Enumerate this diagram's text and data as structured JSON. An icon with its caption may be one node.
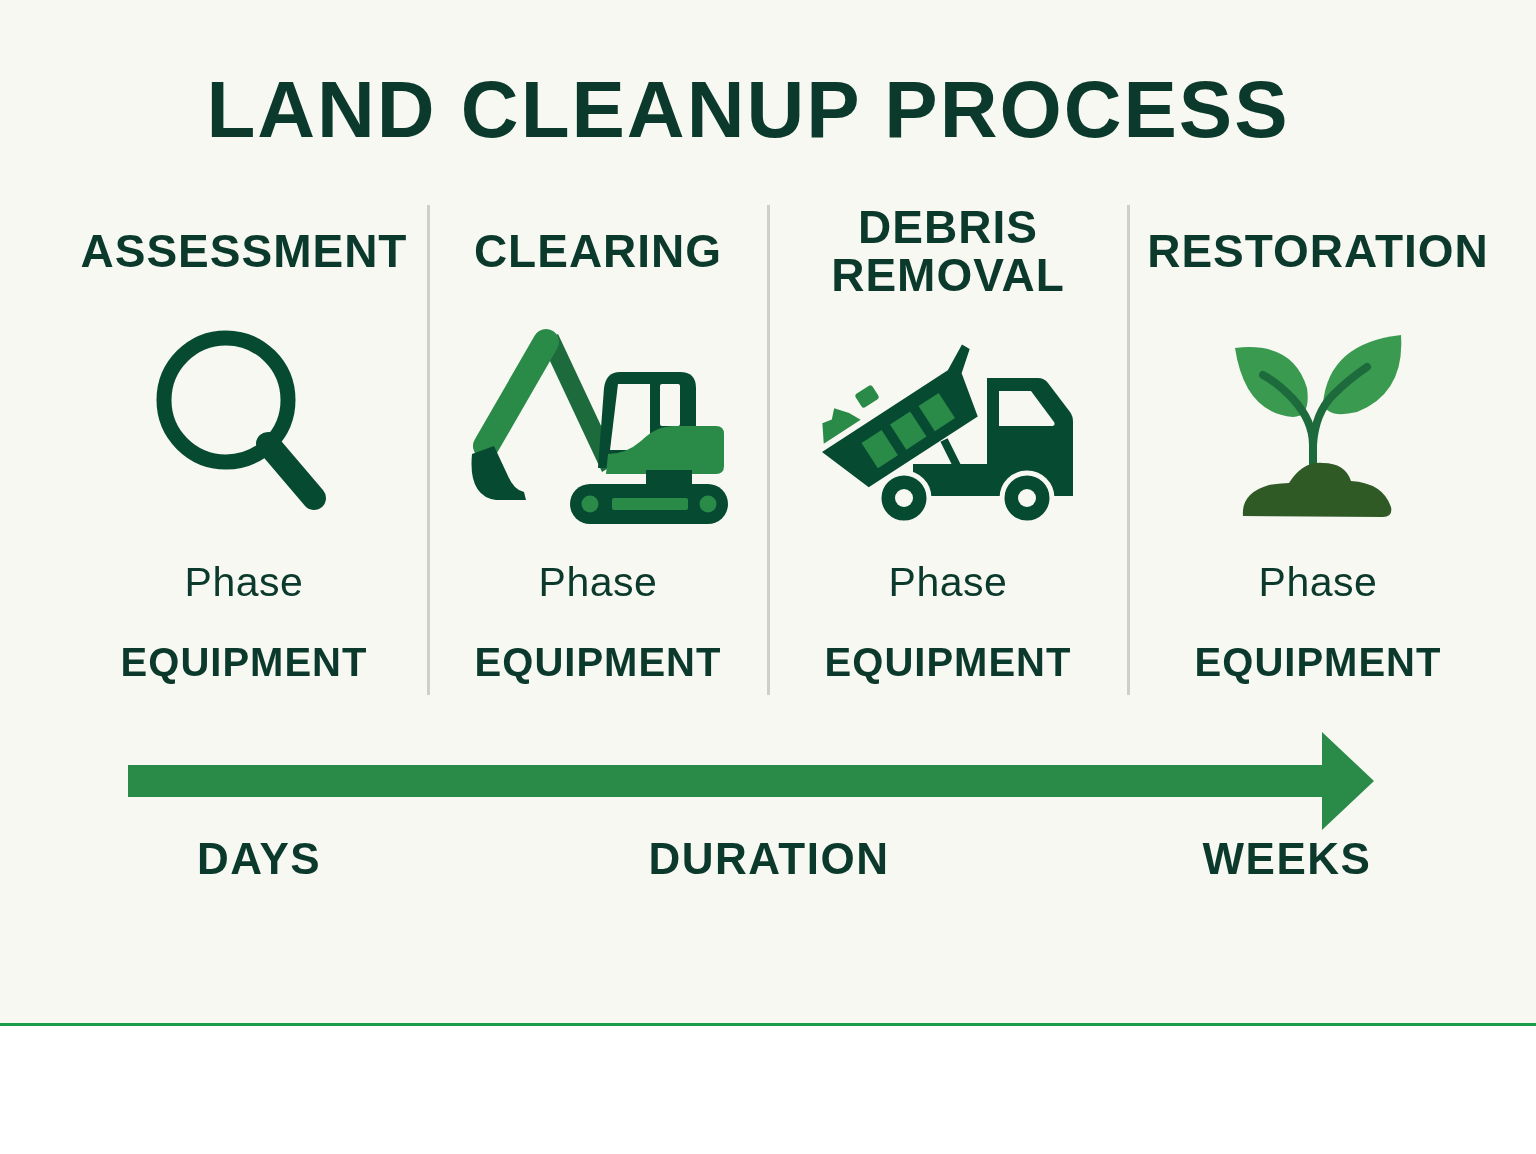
{
  "diagram": {
    "title": "LAND CLEANUP PROCESS",
    "nodes": [
      {
        "text": [
          "ASSESSMENT",
          "Phase",
          "EQUIPMENT"
        ]
      },
      {
        "text": [
          "CLEARING",
          "Phase",
          "EQUIPMENT"
        ]
      },
      {
        "text": [
          "DEBRIS REMOVAL",
          "Phase",
          "EQUIPMENT"
        ]
      },
      {
        "text": [
          "RESTORATION",
          "Phase",
          "EQUIPMENT"
        ]
      }
    ],
    "labels": [
      "DAYS",
      "DURATION",
      "WEEKS"
    ]
  }
}
